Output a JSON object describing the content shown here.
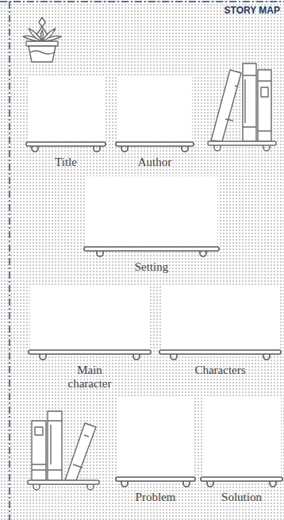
{
  "diagram": {
    "title": "STORY MAP",
    "nodes": [
      {
        "text": [
          "Title"
        ]
      },
      {
        "text": [
          "Author"
        ]
      },
      {
        "text": [
          "Setting"
        ]
      },
      {
        "text": [
          "Main character"
        ]
      },
      {
        "text": [
          "Characters"
        ]
      },
      {
        "text": [
          "Problem"
        ]
      },
      {
        "text": [
          "Solution"
        ]
      }
    ]
  }
}
